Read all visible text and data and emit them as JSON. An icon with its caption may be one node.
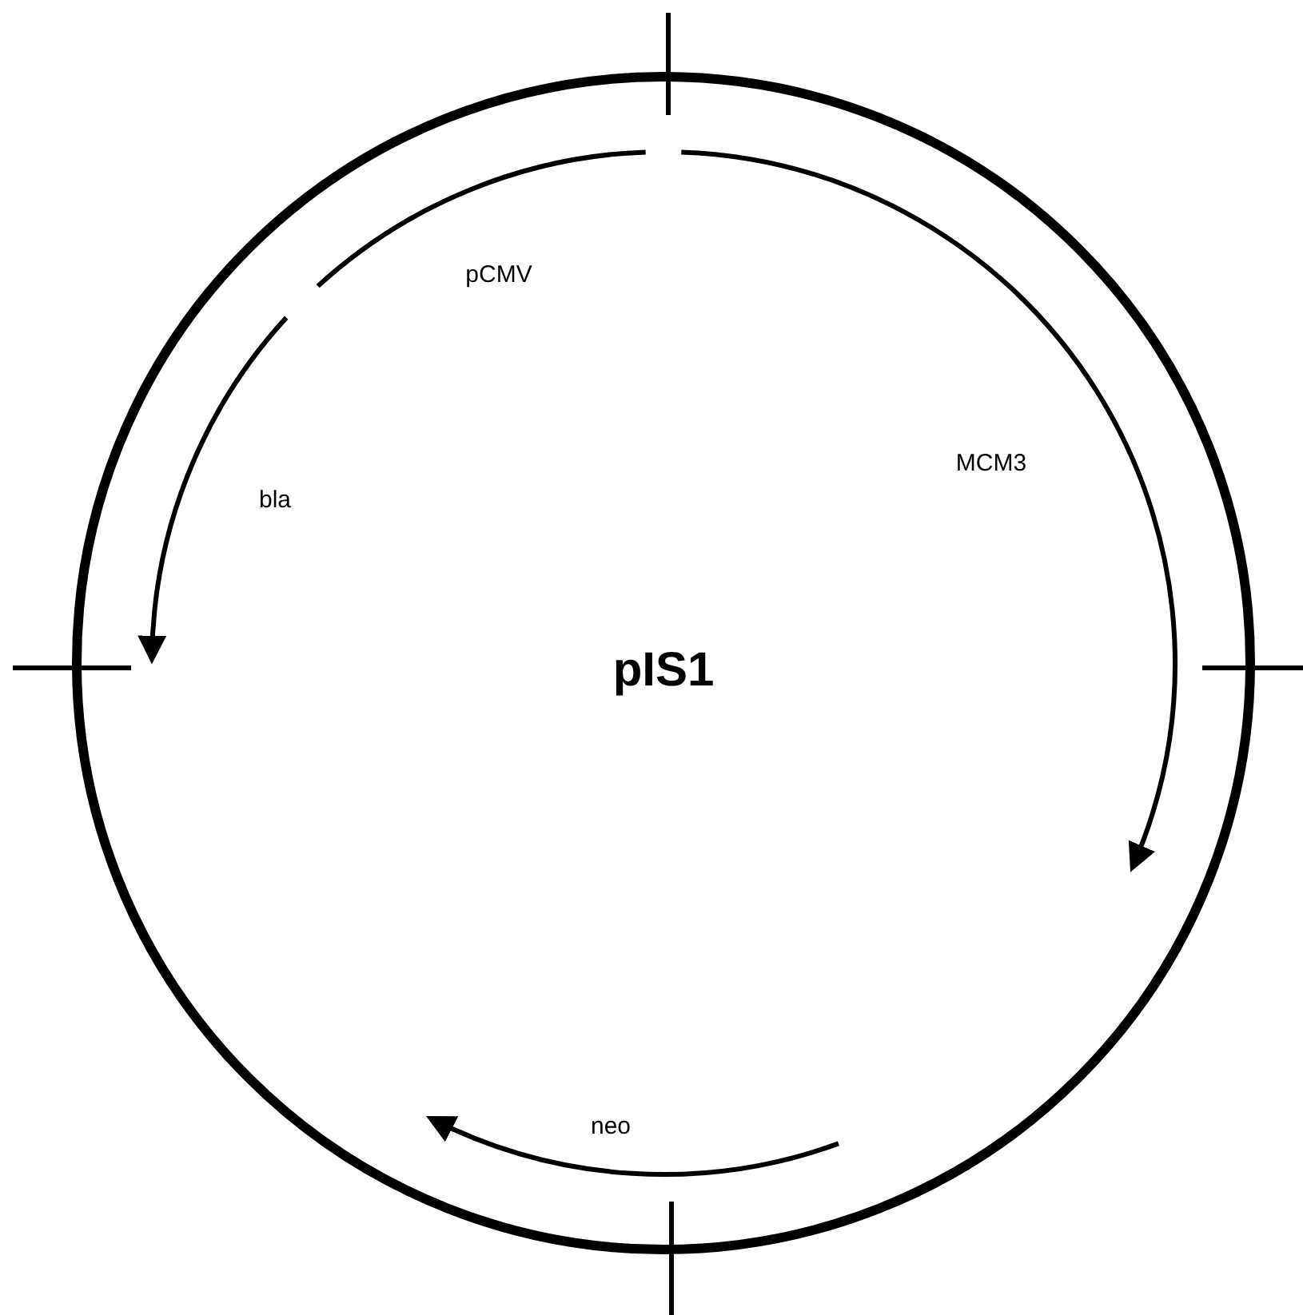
{
  "diagram": {
    "nodes": [
      {
        "text": [
          "pIS1"
        ]
      }
    ],
    "labels": [
      "pCMV",
      "MCM3",
      "bla",
      "neo"
    ]
  }
}
